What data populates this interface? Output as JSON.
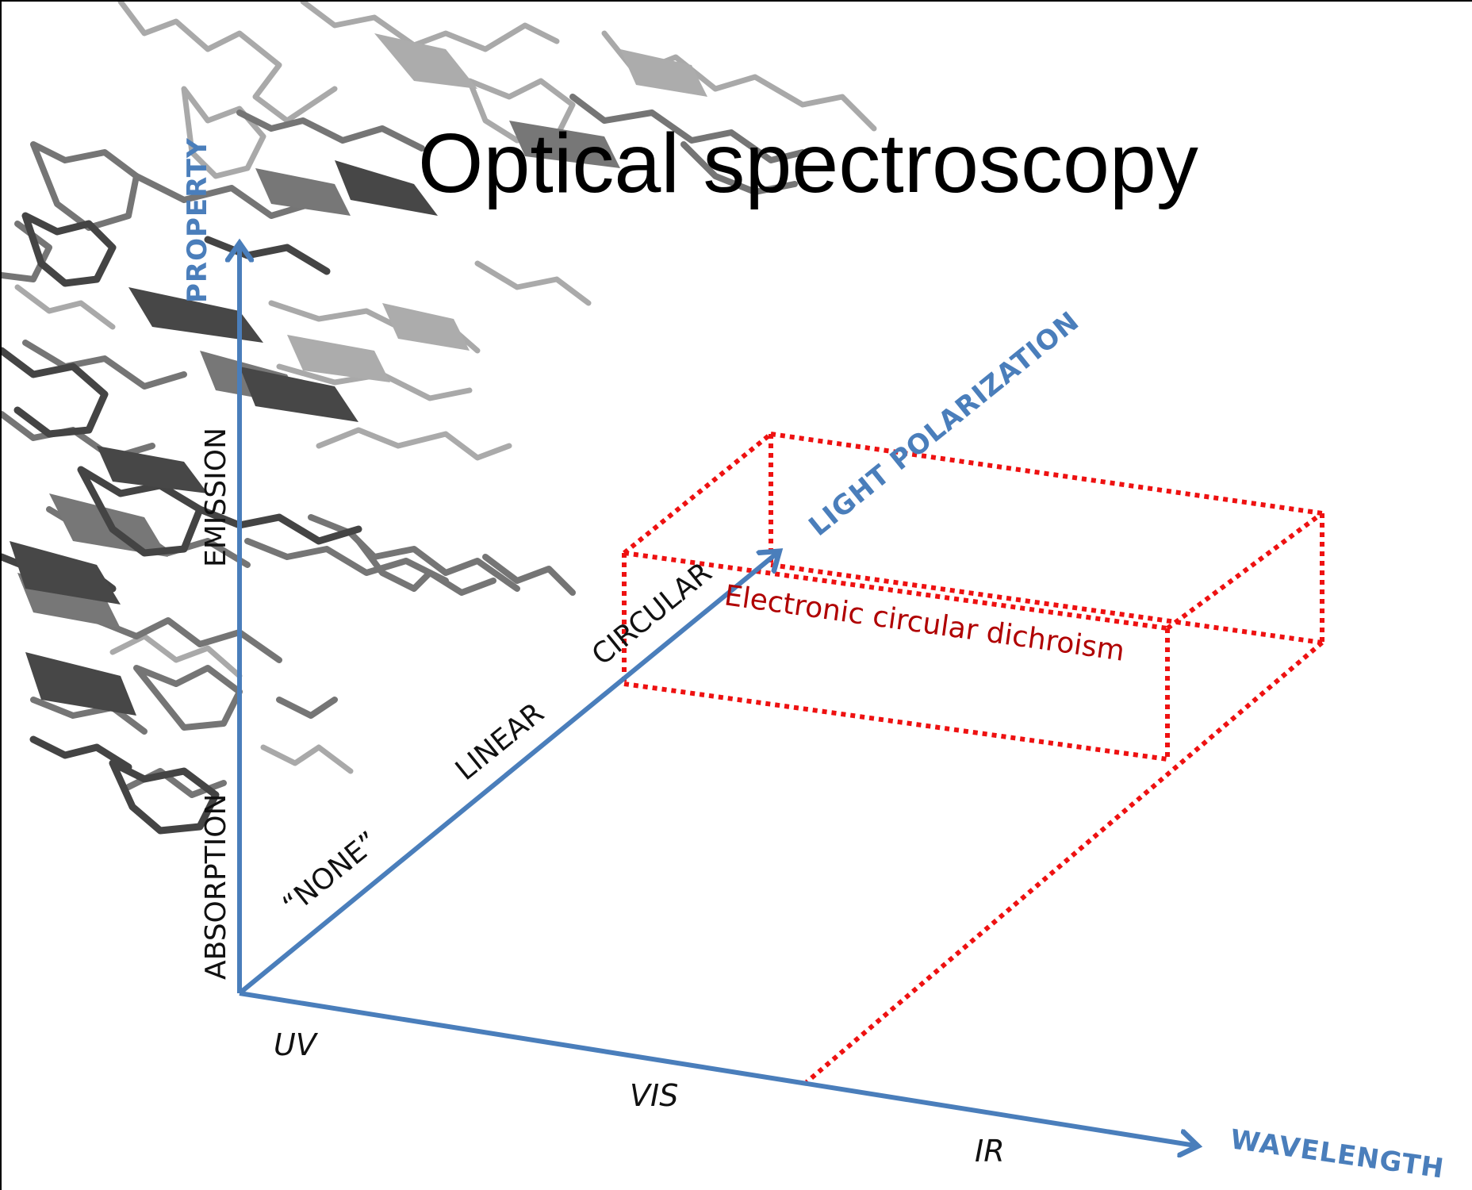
{
  "title": "Optical spectroscopy",
  "axes": {
    "vertical": {
      "title": "PROPERTY",
      "ticks": [
        "ABSORPTION",
        "EMISSION"
      ]
    },
    "depth": {
      "title": "LIGHT POLARIZATION",
      "ticks": [
        "“NONE”",
        "LINEAR",
        "CIRCULAR"
      ]
    },
    "horizontal": {
      "title": "WAVELENGTH",
      "ticks": [
        "UV",
        "VIS",
        "IR"
      ]
    }
  },
  "region": {
    "label": "Electronic circular dichroism",
    "color": "#ee1111",
    "label_color": "#b00000"
  },
  "colors": {
    "axis": "#4a7ebb",
    "background_graphic": "grey DNA molecular stick model"
  }
}
